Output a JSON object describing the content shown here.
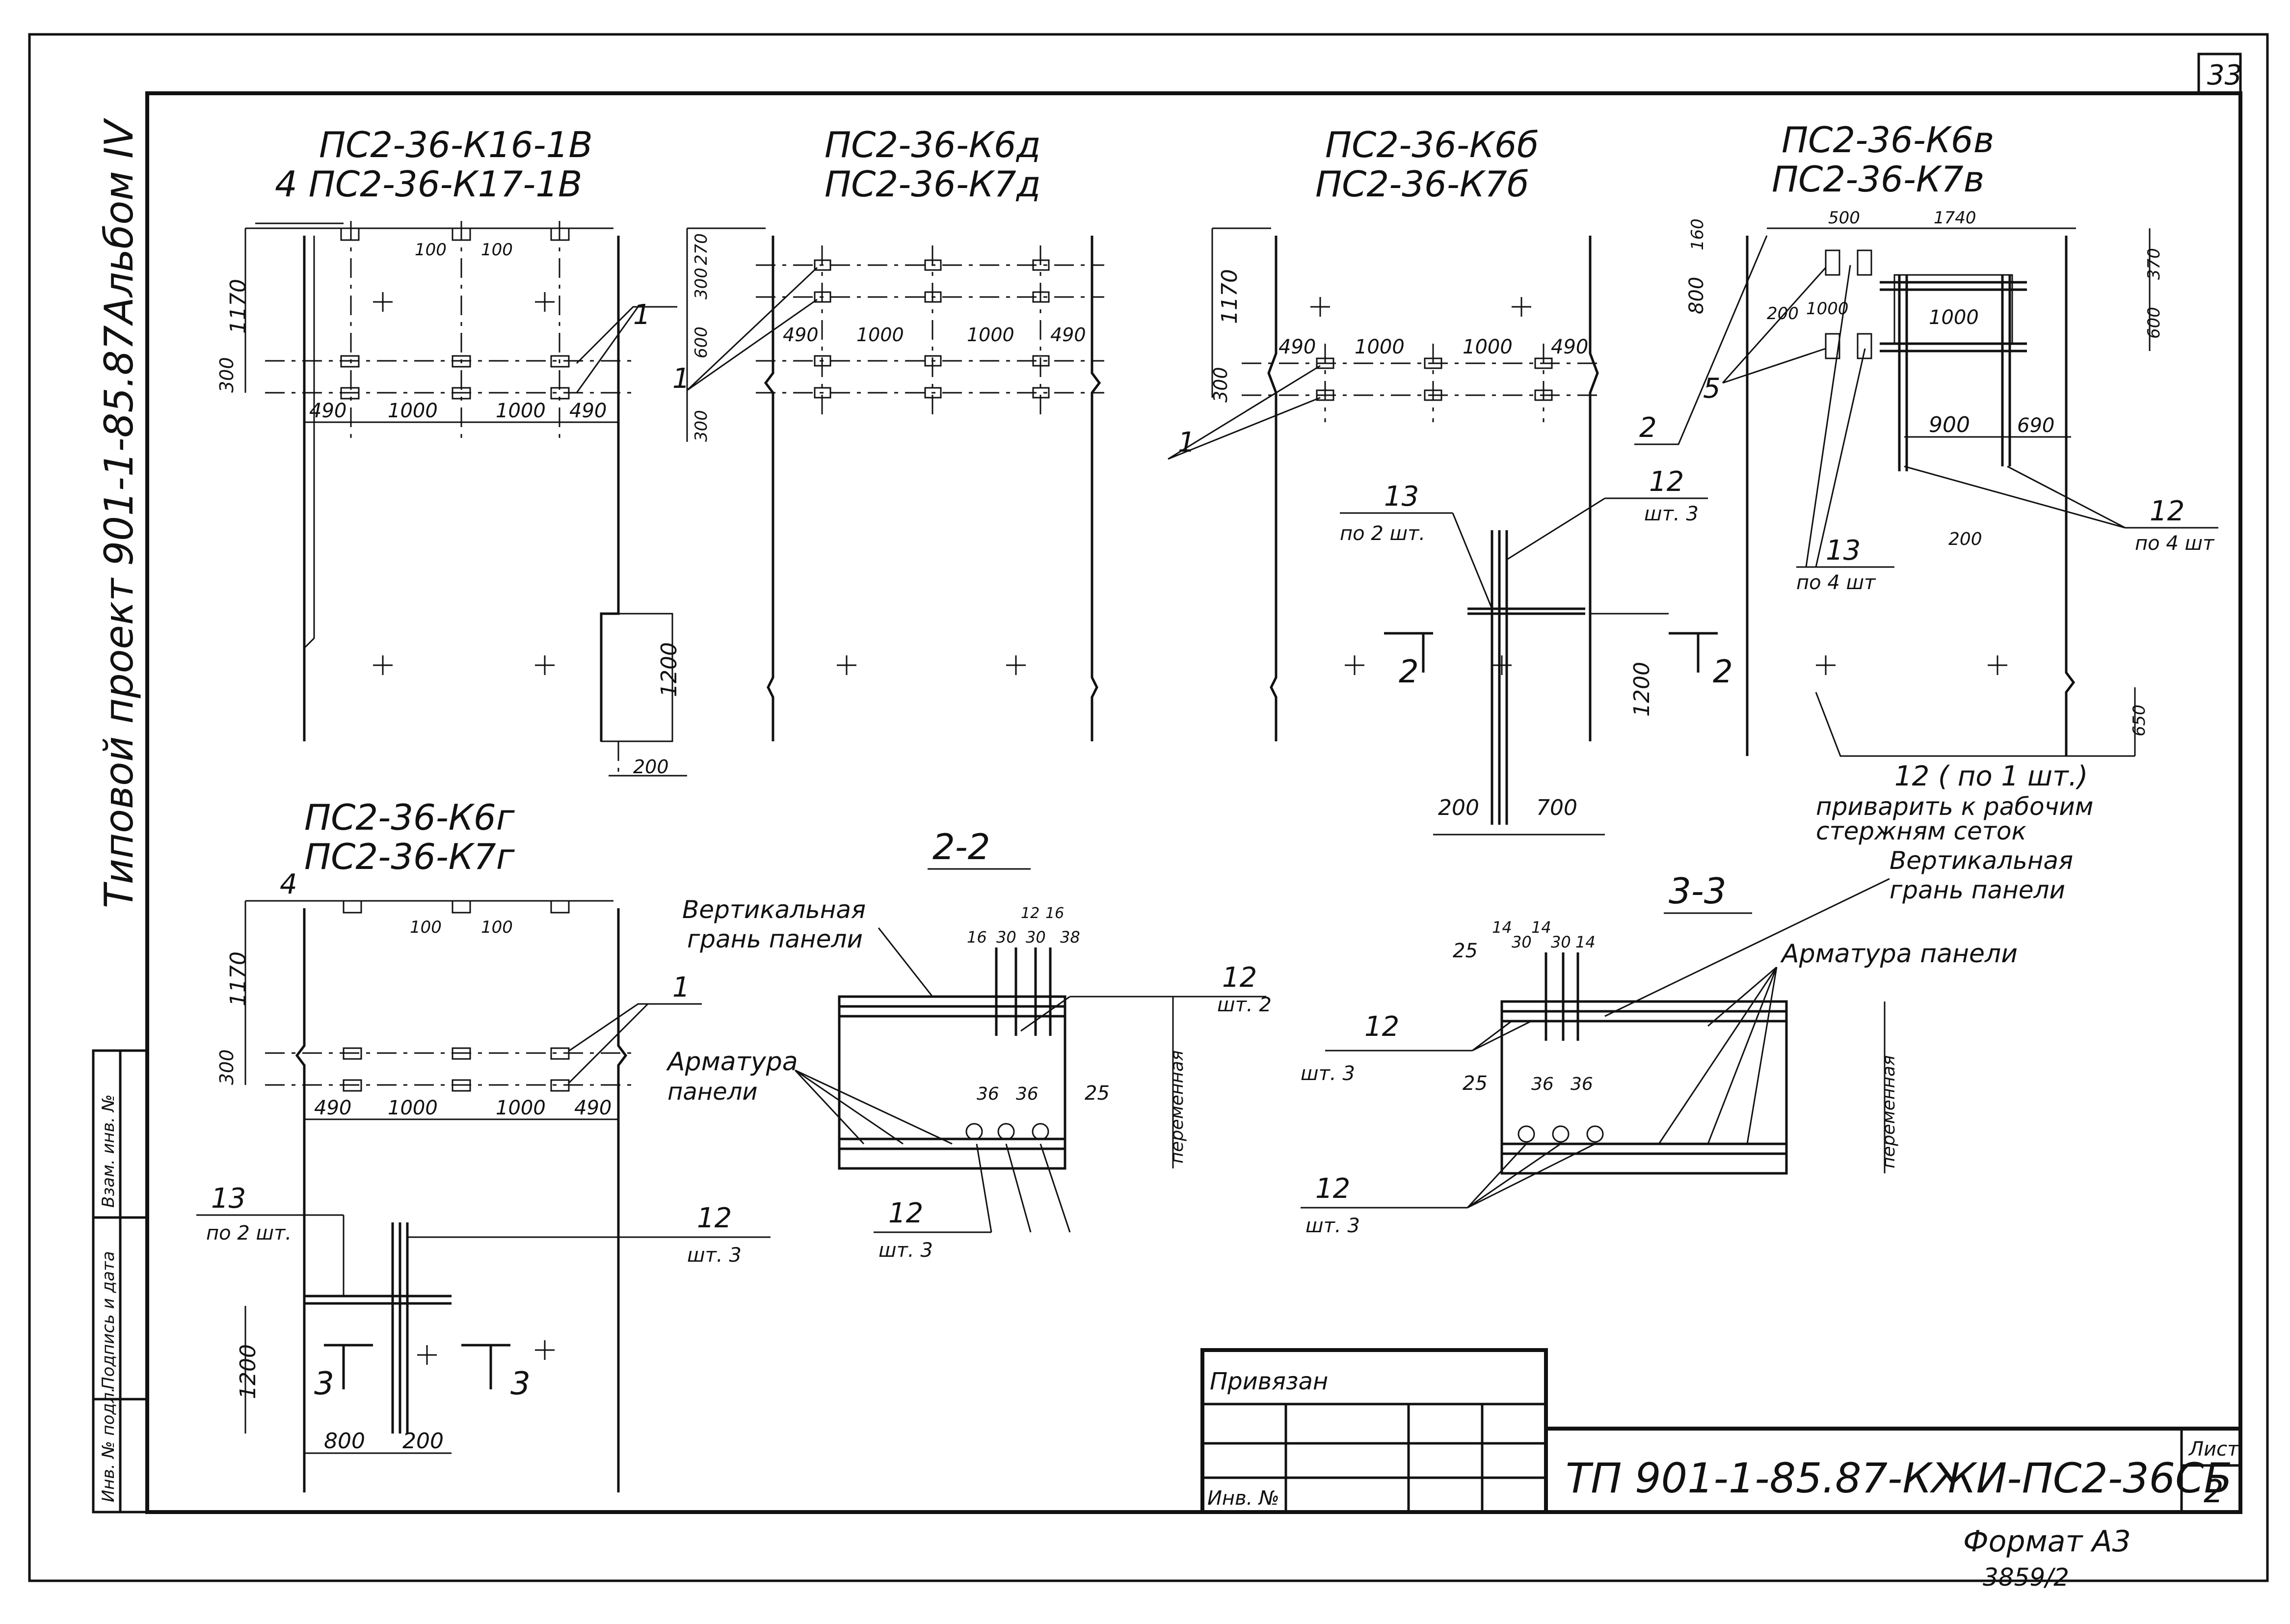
{
  "sheet": {
    "page_number": "33",
    "album": "Альбом IV",
    "project": "Типовой проект 901-1-85.87"
  },
  "panels": {
    "p1": {
      "title1": "ПС2-36-К16-1В",
      "title2": "4 ПС2-36-К17-1В"
    },
    "p2": {
      "title1": "ПС2-36-К6д",
      "title2": "ПС2-36-К7д"
    },
    "p3": {
      "title1": "ПС2-36-К6б",
      "title2": "ПС2-36-К7б"
    },
    "p4": {
      "title1": "ПС2-36-К6в",
      "title2": "ПС2-36-К7в"
    },
    "p5": {
      "title1": "ПС2-36-К6г",
      "title2": "ПС2-36-К7г"
    }
  },
  "dims": {
    "d1170": "1170",
    "d300": "300",
    "d490": "490",
    "d1000": "1000",
    "d100": "100",
    "d1200": "1200",
    "d200": "200",
    "d270": "270",
    "d600": "600",
    "d700": "700",
    "d800": "800",
    "d900": "900",
    "d690": "690",
    "d650": "650",
    "d160": "160",
    "d370": "370",
    "d500": "500",
    "d1740": "1740",
    "d25": "25",
    "d36": "36",
    "d16": "16",
    "d30": "30",
    "d38": "38",
    "d14": "14",
    "d12": "12"
  },
  "marks": {
    "m1": "1",
    "m2": "2",
    "m3": "3",
    "m4": "4",
    "m5": "5",
    "m12": "12",
    "m13": "13",
    "sht3": "шт. 3",
    "sht2": "шт. 2",
    "po2sht": "по 2 шт.",
    "po4sht": "по 4 шт",
    "po1sht": "12 ( по 1 шт.)",
    "weld": "приварить к рабочим",
    "weld2": "стержням сеток",
    "cut2": "2",
    "cut3": "3"
  },
  "sections": {
    "s22": "2-2",
    "s33": "3-3",
    "vert_face": "Вертикальная",
    "vert_face2": "грань панели",
    "rebar": "Арматура",
    "rebar2": "панели",
    "rebar_full": "Арматура панели",
    "variable": "переменная"
  },
  "side_stamp": {
    "inv_orig": "Инв. № подл.",
    "sign_date": "Подпись и дата",
    "inv_repl": "Взам. инв. №"
  },
  "title_block": {
    "privyazan": "Привязан",
    "inv_no": "Инв. №",
    "designation": "ТП 901-1-85.87-КЖИ-ПС2-36СБ",
    "sheet_label": "Лист",
    "sheet_no": "2"
  },
  "footer": {
    "format": "Формат А3",
    "code": "3859/2"
  }
}
